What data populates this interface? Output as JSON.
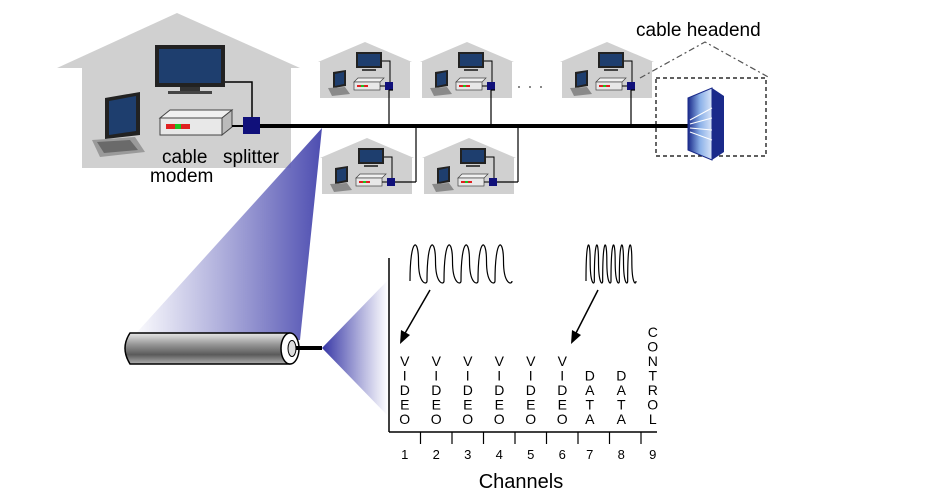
{
  "labels": {
    "headend": "cable headend",
    "cable": "cable",
    "modem": "modem",
    "splitter": "splitter",
    "ellipsis": "· · ·",
    "axis_title": "Channels"
  },
  "channels": [
    {
      "number": "1",
      "letters": "VIDEO"
    },
    {
      "number": "2",
      "letters": "VIDEO"
    },
    {
      "number": "3",
      "letters": "VIDEO"
    },
    {
      "number": "4",
      "letters": "VIDEO"
    },
    {
      "number": "5",
      "letters": "VIDEO"
    },
    {
      "number": "6",
      "letters": "VIDEO"
    },
    {
      "number": "7",
      "letters": "DATA"
    },
    {
      "number": "8",
      "letters": "DATA"
    },
    {
      "number": "9",
      "letters": "CONTROL"
    }
  ],
  "colors": {
    "house": "#d0d0d0",
    "line": "#000000",
    "splitter": "#10107a",
    "cone": "#3a3aa8",
    "cable": "#8a8a8a",
    "modem_red": "#e02020",
    "modem_green": "#20c020"
  }
}
